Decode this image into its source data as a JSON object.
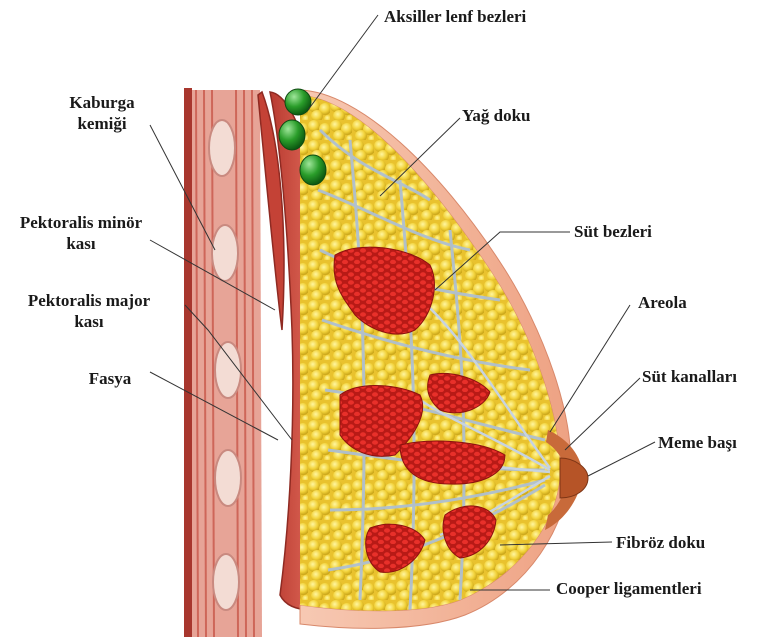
{
  "labels": {
    "axillary_lymph_nodes": "Aksiller lenf bezleri",
    "fat_tissue": "Yağ doku",
    "milk_glands": "Süt bezleri",
    "areola": "Areola",
    "milk_ducts": "Süt kanalları",
    "nipple": "Meme başı",
    "fibrous_tissue": "Fibröz doku",
    "cooper_ligaments": "Cooper ligamentleri",
    "rib_line1": "Kaburga",
    "rib_line2": "kemiği",
    "pec_minor_line1": "Pektoralis minör",
    "pec_minor_line2": "kası",
    "pec_major_line1": "Pektoralis major",
    "pec_major_line2": "kası",
    "fascia": "Fasya"
  },
  "colors": {
    "muscle": "#c8453a",
    "muscle_stripe": "#e8a59a",
    "bone": "#f3dcd4",
    "skin": "#f1b49a",
    "fat": "#f2d23a",
    "gland": "#d8241e",
    "lymph": "#2a9d2a",
    "ligament": "#b9c7d6"
  }
}
